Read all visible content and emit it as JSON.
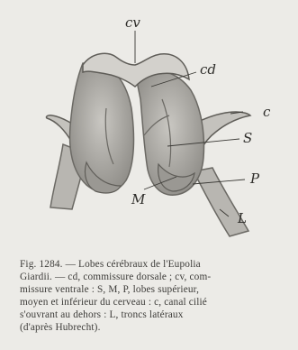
{
  "figure": {
    "labels": {
      "cv": "cv",
      "cd": "cd",
      "c": "c",
      "S": "S",
      "P": "P",
      "M": "M",
      "L": "L"
    },
    "caption_lines": [
      "Fig. 1284. — Lobes cérébraux de l'Eupolia",
      "Giardii. — cd, commissure dorsale ; cv, com-",
      "missure ventrale : S, M, P, lobes supérieur,",
      "moyen et inférieur du cerveau : c, canal cilié",
      "s'ouvrant au dehors : L, troncs latéraux",
      "(d'après Hubrecht)."
    ]
  }
}
